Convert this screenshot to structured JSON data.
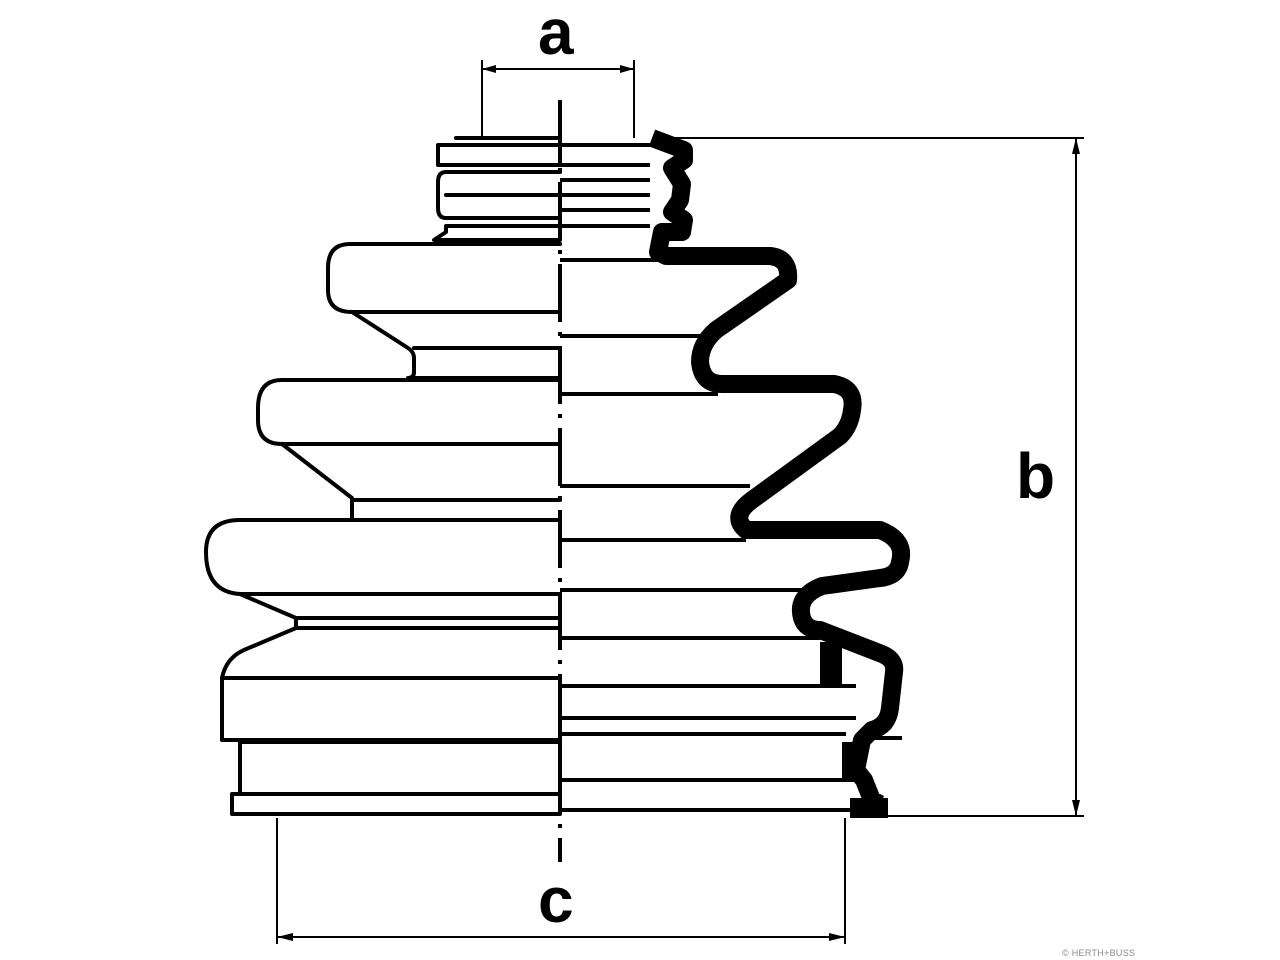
{
  "dimensions": {
    "a": "a",
    "b": "b",
    "c": "c"
  },
  "watermark": "© HERTH+BUSS",
  "colors": {
    "line": "#000000",
    "background": "#ffffff",
    "watermark": "#8a8a8a"
  }
}
